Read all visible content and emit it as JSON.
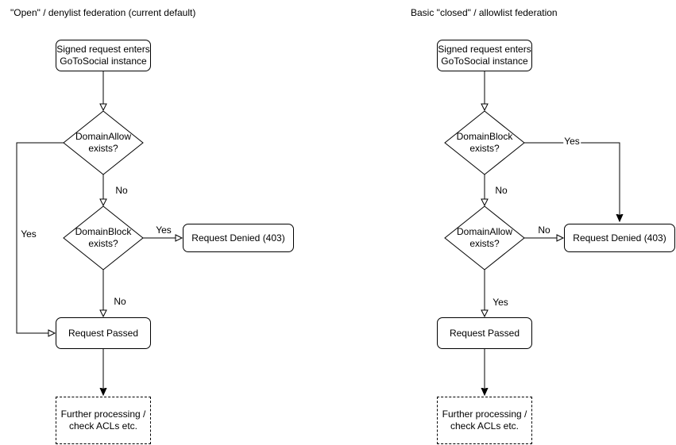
{
  "colors": {
    "stroke": "#000000",
    "node_background": "#ffffff",
    "text": "#000000"
  },
  "left": {
    "title": "\"Open\" / denylist federation (current default)",
    "start": {
      "line1": "Signed request enters",
      "line2": "GoToSocial instance"
    },
    "decision1": {
      "line1": "DomainAllow",
      "line2": "exists?"
    },
    "edge_d1_yes": "Yes",
    "edge_d1_no": "No",
    "decision2": {
      "line1": "DomainBlock",
      "line2": "exists?"
    },
    "edge_d2_yes": "Yes",
    "edge_d2_no": "No",
    "denied": "Request Denied (403)",
    "passed": "Request Passed",
    "further": {
      "line1": "Further processing /",
      "line2": "check ACLs etc."
    }
  },
  "right": {
    "title": "Basic \"closed\" / allowlist federation",
    "start": {
      "line1": "Signed request enters",
      "line2": "GoToSocial instance"
    },
    "decision1": {
      "line1": "DomainBlock",
      "line2": "exists?"
    },
    "edge_d1_yes": "Yes",
    "edge_d1_no": "No",
    "decision2": {
      "line1": "DomainAllow",
      "line2": "exists?"
    },
    "edge_d2_no": "No",
    "edge_d2_yes": "Yes",
    "denied": "Request Denied (403)",
    "passed": "Request Passed",
    "further": {
      "line1": "Further processing /",
      "line2": "check ACLs etc."
    }
  }
}
